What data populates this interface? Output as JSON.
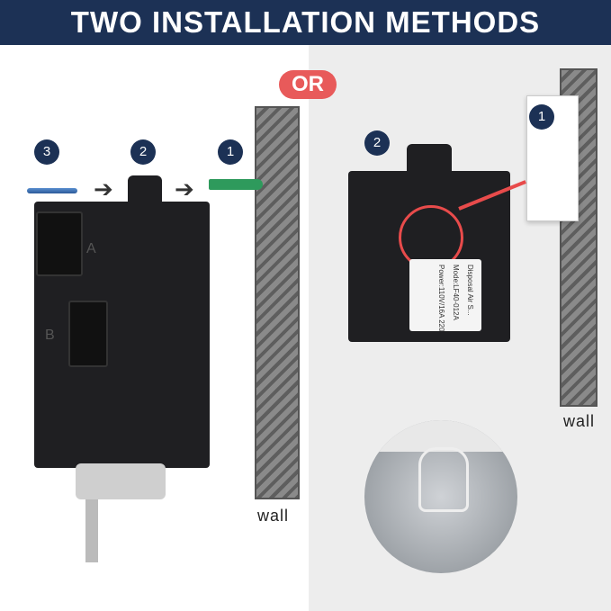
{
  "banner": {
    "title": "TWO INSTALLATION METHODS"
  },
  "divider": {
    "label": "OR"
  },
  "left": {
    "steps": [
      "3",
      "2",
      "1"
    ],
    "outlet_labels": [
      "A",
      "B"
    ],
    "wall_label": "wall"
  },
  "right": {
    "steps": [
      "2",
      "1"
    ],
    "wall_label": "wall",
    "product_label": [
      "Disposal Air S...",
      "Mode:LF40-012A",
      "Power:110V/16A 220V/1..."
    ]
  },
  "colors": {
    "banner": "#1c3155",
    "accent": "#e85a5a",
    "step_badge": "#1c3155"
  }
}
